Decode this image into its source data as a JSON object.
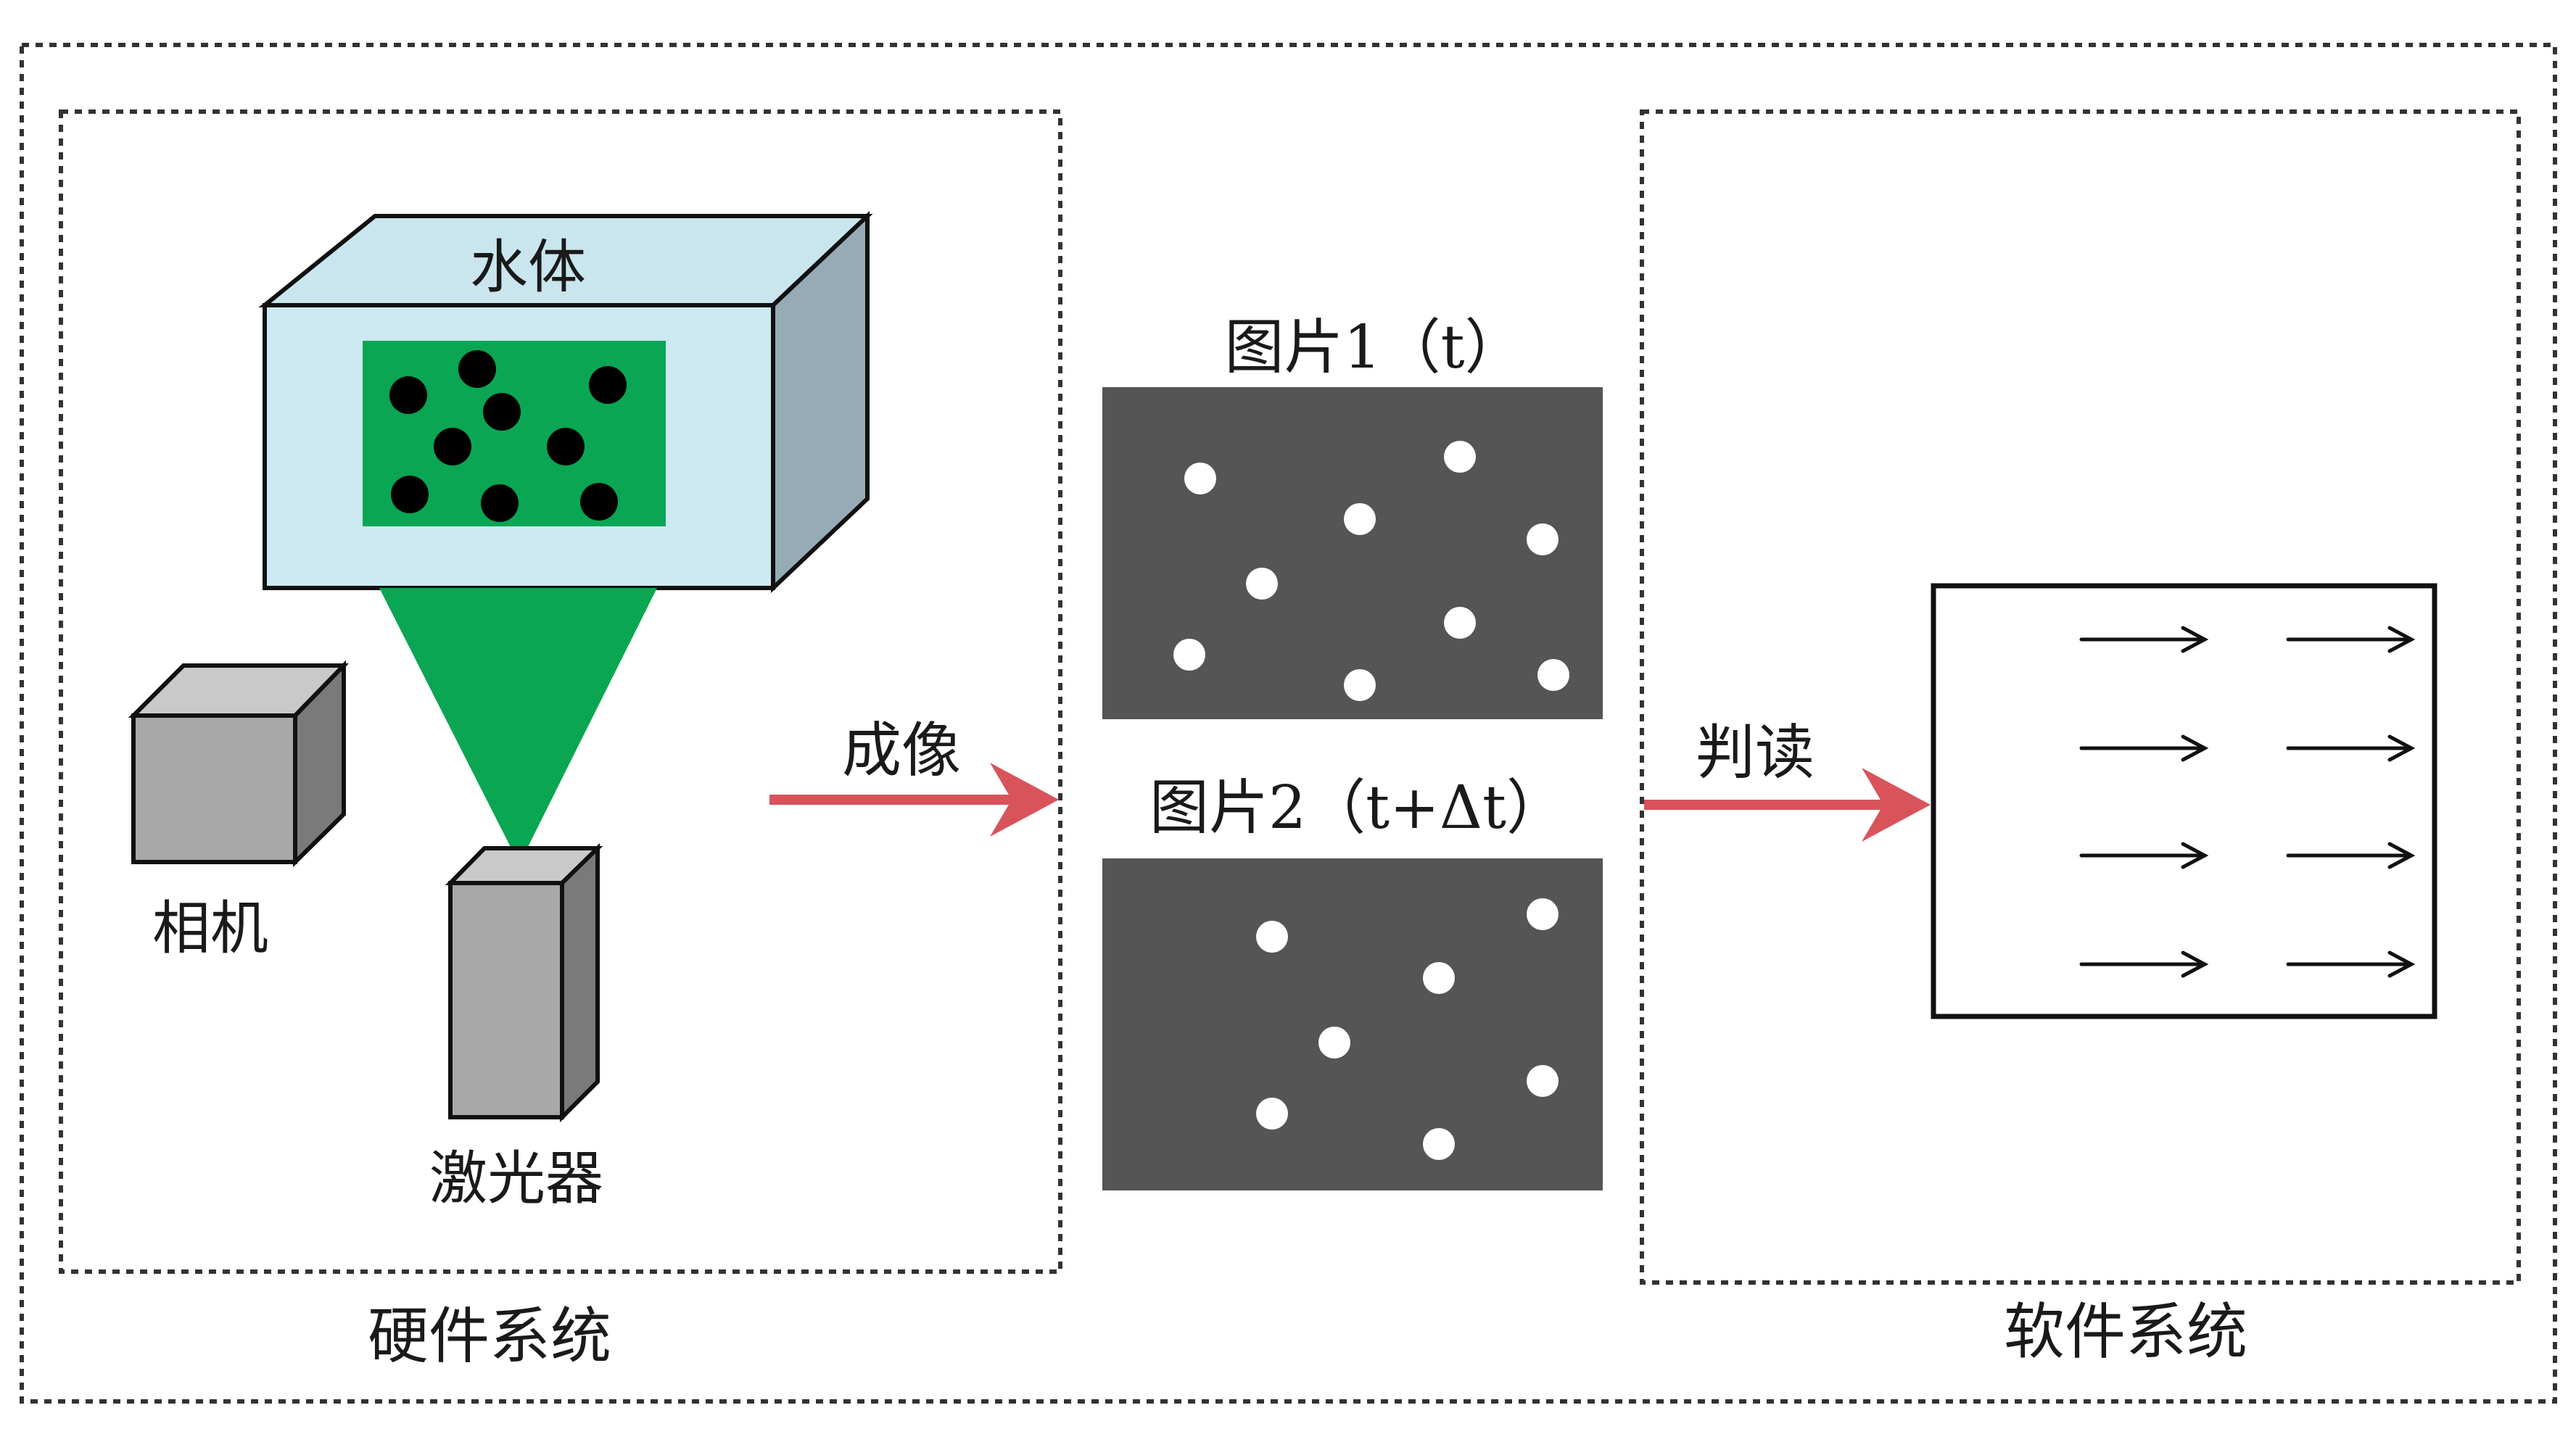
{
  "hardware": {
    "title": "硬件系统",
    "water_label": "水体",
    "camera_label": "相机",
    "laser_label": "激光器"
  },
  "imaging": {
    "arrow_label": "成像",
    "image1_label": "图片1（t）",
    "image2_label": "图片2（t+Δt）"
  },
  "software": {
    "title": "软件系统",
    "arrow_label": "判读"
  },
  "colors": {
    "water_face": "#cce8f0",
    "water_side": "#96aab5",
    "laser_green": "#0aa653",
    "particle_image_bg": "#555555",
    "arrow_red": "#d9535b",
    "device_gray": "#a6a6a6"
  }
}
